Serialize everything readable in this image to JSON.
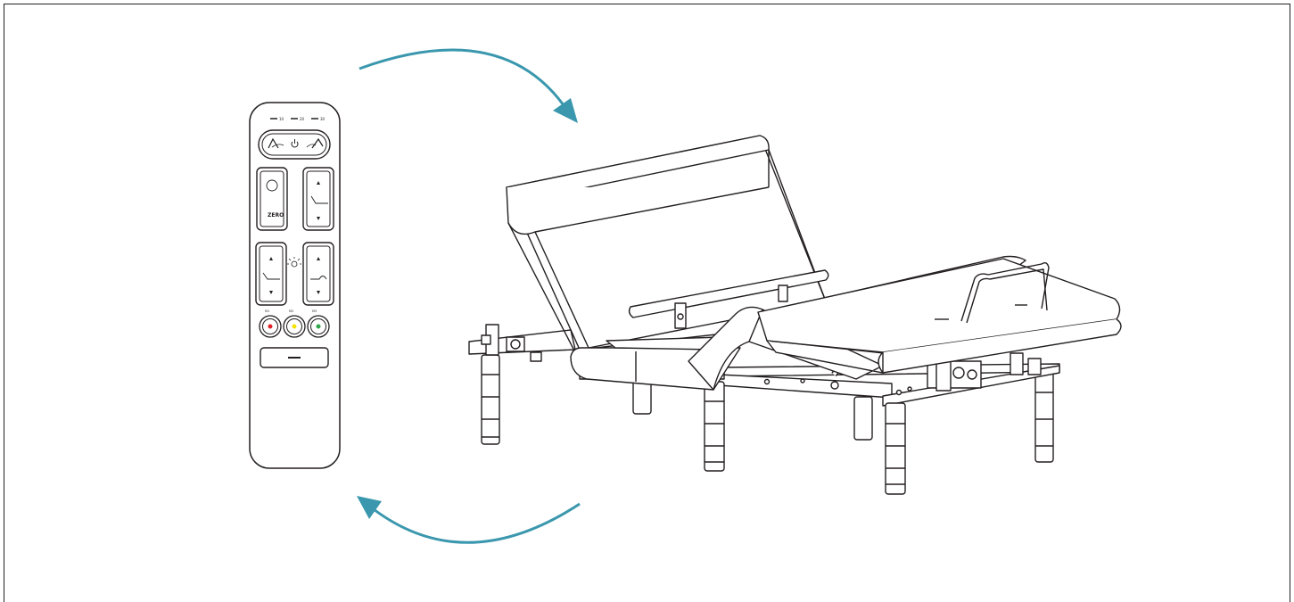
{
  "colors": {
    "line": "#231f20",
    "arrow": "#3a97ad",
    "button_stop": "#e0232b",
    "button_flat": "#f5e400",
    "button_go": "#2ea84a"
  },
  "remote": {
    "timer_labels": [
      "10",
      "20",
      "30"
    ],
    "zero_g_label": "ZERO",
    "icons": [
      "flat-icon",
      "power-icon",
      "antisnore-icon",
      "zero-g-icon",
      "head-icon",
      "foot-icon",
      "light-icon",
      "lumbar-icon"
    ],
    "memory_labels": [
      "M1",
      "M2",
      "M3"
    ]
  }
}
